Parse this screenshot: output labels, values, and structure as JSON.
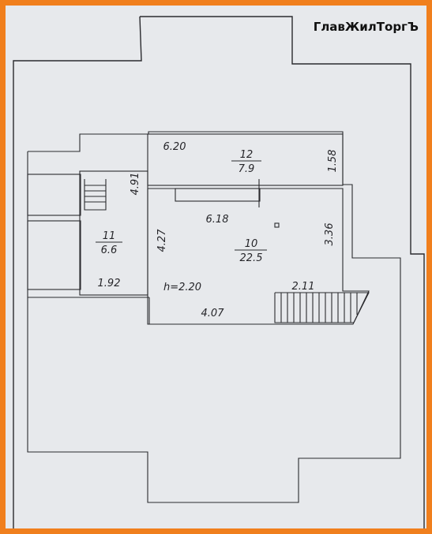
{
  "watermark": "ГлавЖилТоргЪ",
  "rooms": [
    {
      "number": "12",
      "area": "7.9"
    },
    {
      "number": "10",
      "area": "22.5"
    },
    {
      "number": "11",
      "area": "6.6"
    }
  ],
  "dimensions": {
    "room12_width": "6.20",
    "room12_height": "1.58",
    "room10_top": "6.18",
    "room10_left": "4.27",
    "room10_right": "3.36",
    "room10_stair_width": "2.11",
    "room10_bottom": "4.07",
    "room11_height": "4.91",
    "room11_width": "1.92",
    "ceiling_height": "h=2.20"
  }
}
